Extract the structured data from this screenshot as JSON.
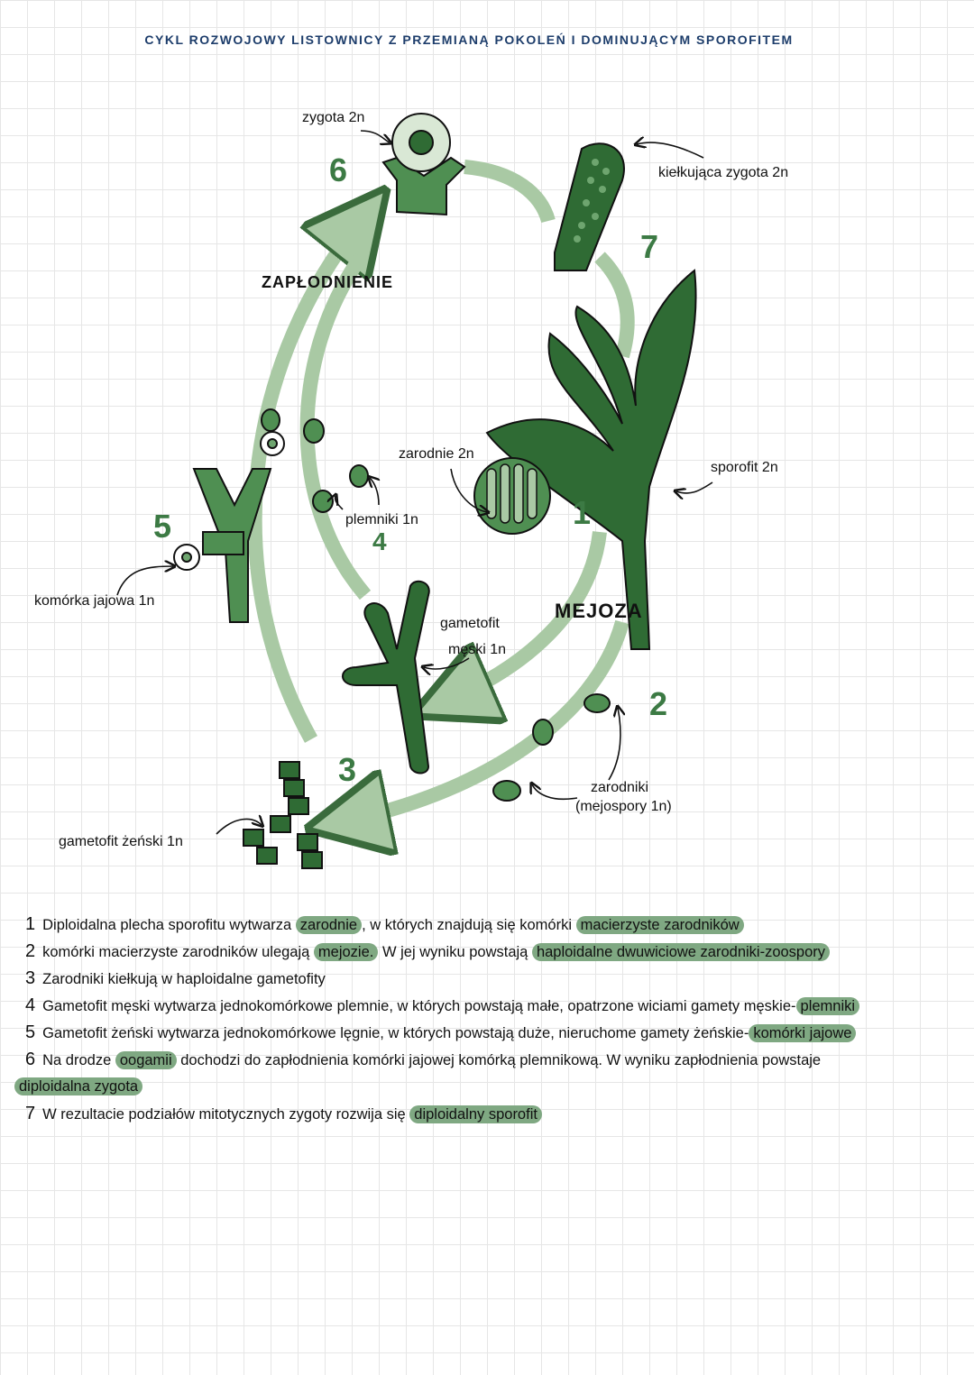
{
  "title": "CYKL ROZWOJOWY LISTOWNICY Z PRZEMIANĄ POKOLEŃ I DOMINUJĄCYM SPOROFITEM",
  "labels": {
    "zygota": "zygota 2n",
    "kielkujaca": "kiełkująca zygota 2n",
    "zaplodnienie": "ZAPŁODNIENIE",
    "sporofit": "sporofit 2n",
    "zarodnie": "zarodnie 2n",
    "plemniki": "plemniki 1n",
    "komorka_jajowa": "komórka jajowa 1n",
    "gametofit_meski_1": "gametofit",
    "gametofit_meski_2": "męski 1n",
    "mejoza": "MEJOZA",
    "zarodniki_1": "zarodniki",
    "zarodniki_2": "(mejospory 1n)",
    "gametofit_zenski": "gametofit żeński 1n"
  },
  "stages": [
    "1",
    "2",
    "3",
    "4",
    "5",
    "6",
    "7"
  ],
  "colors": {
    "dark_green": "#2f6b34",
    "mid_green": "#4f8f52",
    "pale_green": "#a9c9a4",
    "highlight": "#7fa882",
    "title": "#1d3d6b"
  },
  "notes": [
    {
      "n": "1",
      "segs": [
        {
          "t": "Diploidalna plecha sporofitu wytwarza "
        },
        {
          "t": "zarodnie",
          "h": true
        },
        {
          "t": ", w których znajdują się komórki "
        },
        {
          "t": "macierzyste zarodników",
          "h": true
        }
      ]
    },
    {
      "n": "2",
      "segs": [
        {
          "t": "komórki macierzyste zarodników ulegają "
        },
        {
          "t": "mejozie.",
          "h": true
        },
        {
          "t": " W jej wyniku powstają "
        },
        {
          "t": "haploidalne dwuwiciowe zarodniki-zoospory",
          "h": true
        }
      ]
    },
    {
      "n": "3",
      "segs": [
        {
          "t": "Zarodniki kiełkują w haploidalne gametofity"
        }
      ]
    },
    {
      "n": "4",
      "segs": [
        {
          "t": "Gametofit męski wytwarza jednokomórkowe plemnie, w których powstają małe, opatrzone wiciami gamety męskie-"
        },
        {
          "t": "plemniki",
          "h": true
        }
      ]
    },
    {
      "n": "5",
      "segs": [
        {
          "t": "Gametofit żeński wytwarza jednokomórkowe lęgnie, w których powstają duże, nieruchome gamety żeńskie-"
        },
        {
          "t": "komórki jajowe",
          "h": true
        }
      ]
    },
    {
      "n": "6",
      "segs": [
        {
          "t": "Na drodze "
        },
        {
          "t": "oogamii",
          "h": true
        },
        {
          "t": " dochodzi do zapłodnienia komórki jajowej komórką plemnikową. W wyniku zapłodnienia powstaje"
        }
      ]
    },
    {
      "n": "",
      "segs": [
        {
          "t": "diploidalna zygota",
          "h": true
        }
      ]
    },
    {
      "n": "7",
      "segs": [
        {
          "t": "W rezultacie podziałów mitotycznych zygoty rozwija się "
        },
        {
          "t": "diploidalny sporofit",
          "h": true
        }
      ]
    }
  ]
}
